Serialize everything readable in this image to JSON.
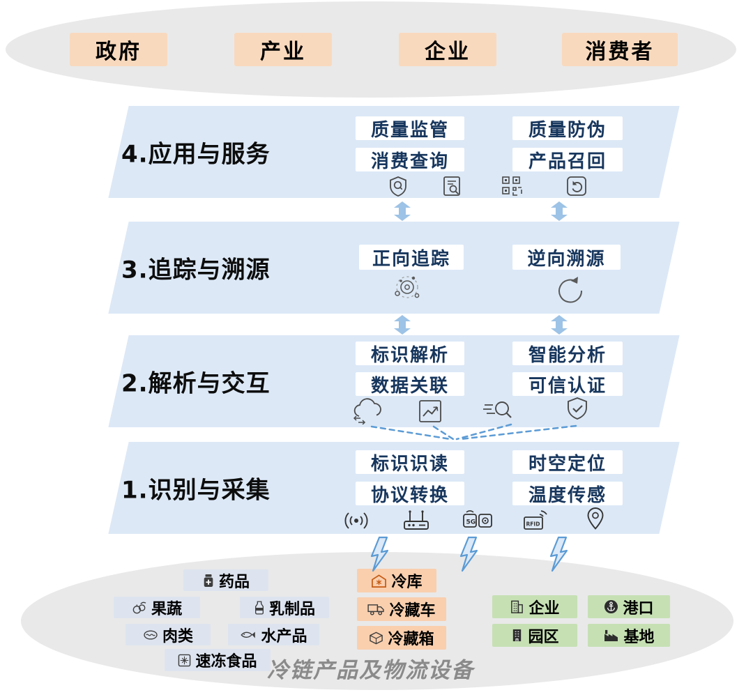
{
  "stakeholders": [
    "政府",
    "产业",
    "企业",
    "消费者"
  ],
  "layers": [
    {
      "title": "4.应用与服务",
      "boxes": [
        "质量监管",
        "质量防伪",
        "消费查询",
        "产品召回"
      ],
      "icons": [
        "shield-verify-icon",
        "report-search-icon",
        "qr-code-icon",
        "recall-icon"
      ]
    },
    {
      "title": "3.追踪与溯源",
      "boxes": [
        "正向追踪",
        "逆向溯源"
      ],
      "icons": [
        "forward-tracking-orbit-icon",
        "reverse-trace-rotate-icon"
      ]
    },
    {
      "title": "2.解析与交互",
      "boxes": [
        "标识解析",
        "智能分析",
        "数据关联",
        "可信认证"
      ],
      "icons": [
        "cloud-data-icon",
        "analytics-chart-icon",
        "quick-search-icon",
        "shield-check-icon"
      ]
    },
    {
      "title": "1.识别与采集",
      "boxes": [
        "标识识读",
        "时空定位",
        "协议转换",
        "温度传感"
      ],
      "icons": [
        "wireless-signal-icon",
        "router-icon",
        "5g-devices-icon",
        "rfid-tag-icon",
        "location-pin-icon"
      ]
    }
  ],
  "icon_labels": {
    "fiveg": "5G",
    "rfid": "RFID"
  },
  "bottom": {
    "caption": "冷链产品及物流设备",
    "products": [
      {
        "label": "药品",
        "icon": "medicine-icon"
      },
      {
        "label": "果蔬",
        "icon": "fruit-icon"
      },
      {
        "label": "乳制品",
        "icon": "milk-icon"
      },
      {
        "label": "肉类",
        "icon": "meat-icon"
      },
      {
        "label": "水产品",
        "icon": "fish-icon"
      },
      {
        "label": "速冻食品",
        "icon": "frozen-food-icon"
      }
    ],
    "equipment": [
      {
        "label": "冷库",
        "icon": "cold-storage-icon"
      },
      {
        "label": "冷藏车",
        "icon": "refrigerated-truck-icon"
      },
      {
        "label": "冷藏箱",
        "icon": "cold-box-icon"
      }
    ],
    "facilities": [
      {
        "label": "企业",
        "icon": "enterprise-building-icon"
      },
      {
        "label": "港口",
        "icon": "port-anchor-icon"
      },
      {
        "label": "园区",
        "icon": "park-building-icon"
      },
      {
        "label": "基地",
        "icon": "base-factory-icon"
      }
    ]
  },
  "colors": {
    "stakeholder_box": "#f9d9bd",
    "layer_bg": "#dce8f6",
    "box_text": "#17365d",
    "ellipse": "#e9e9e9",
    "product_box": "#dde4ef",
    "equipment_box": "#f9cfae",
    "facility_box": "#c6e0b4",
    "arrow": "#9dc3e6",
    "dashed_line": "#5b9bd5"
  }
}
